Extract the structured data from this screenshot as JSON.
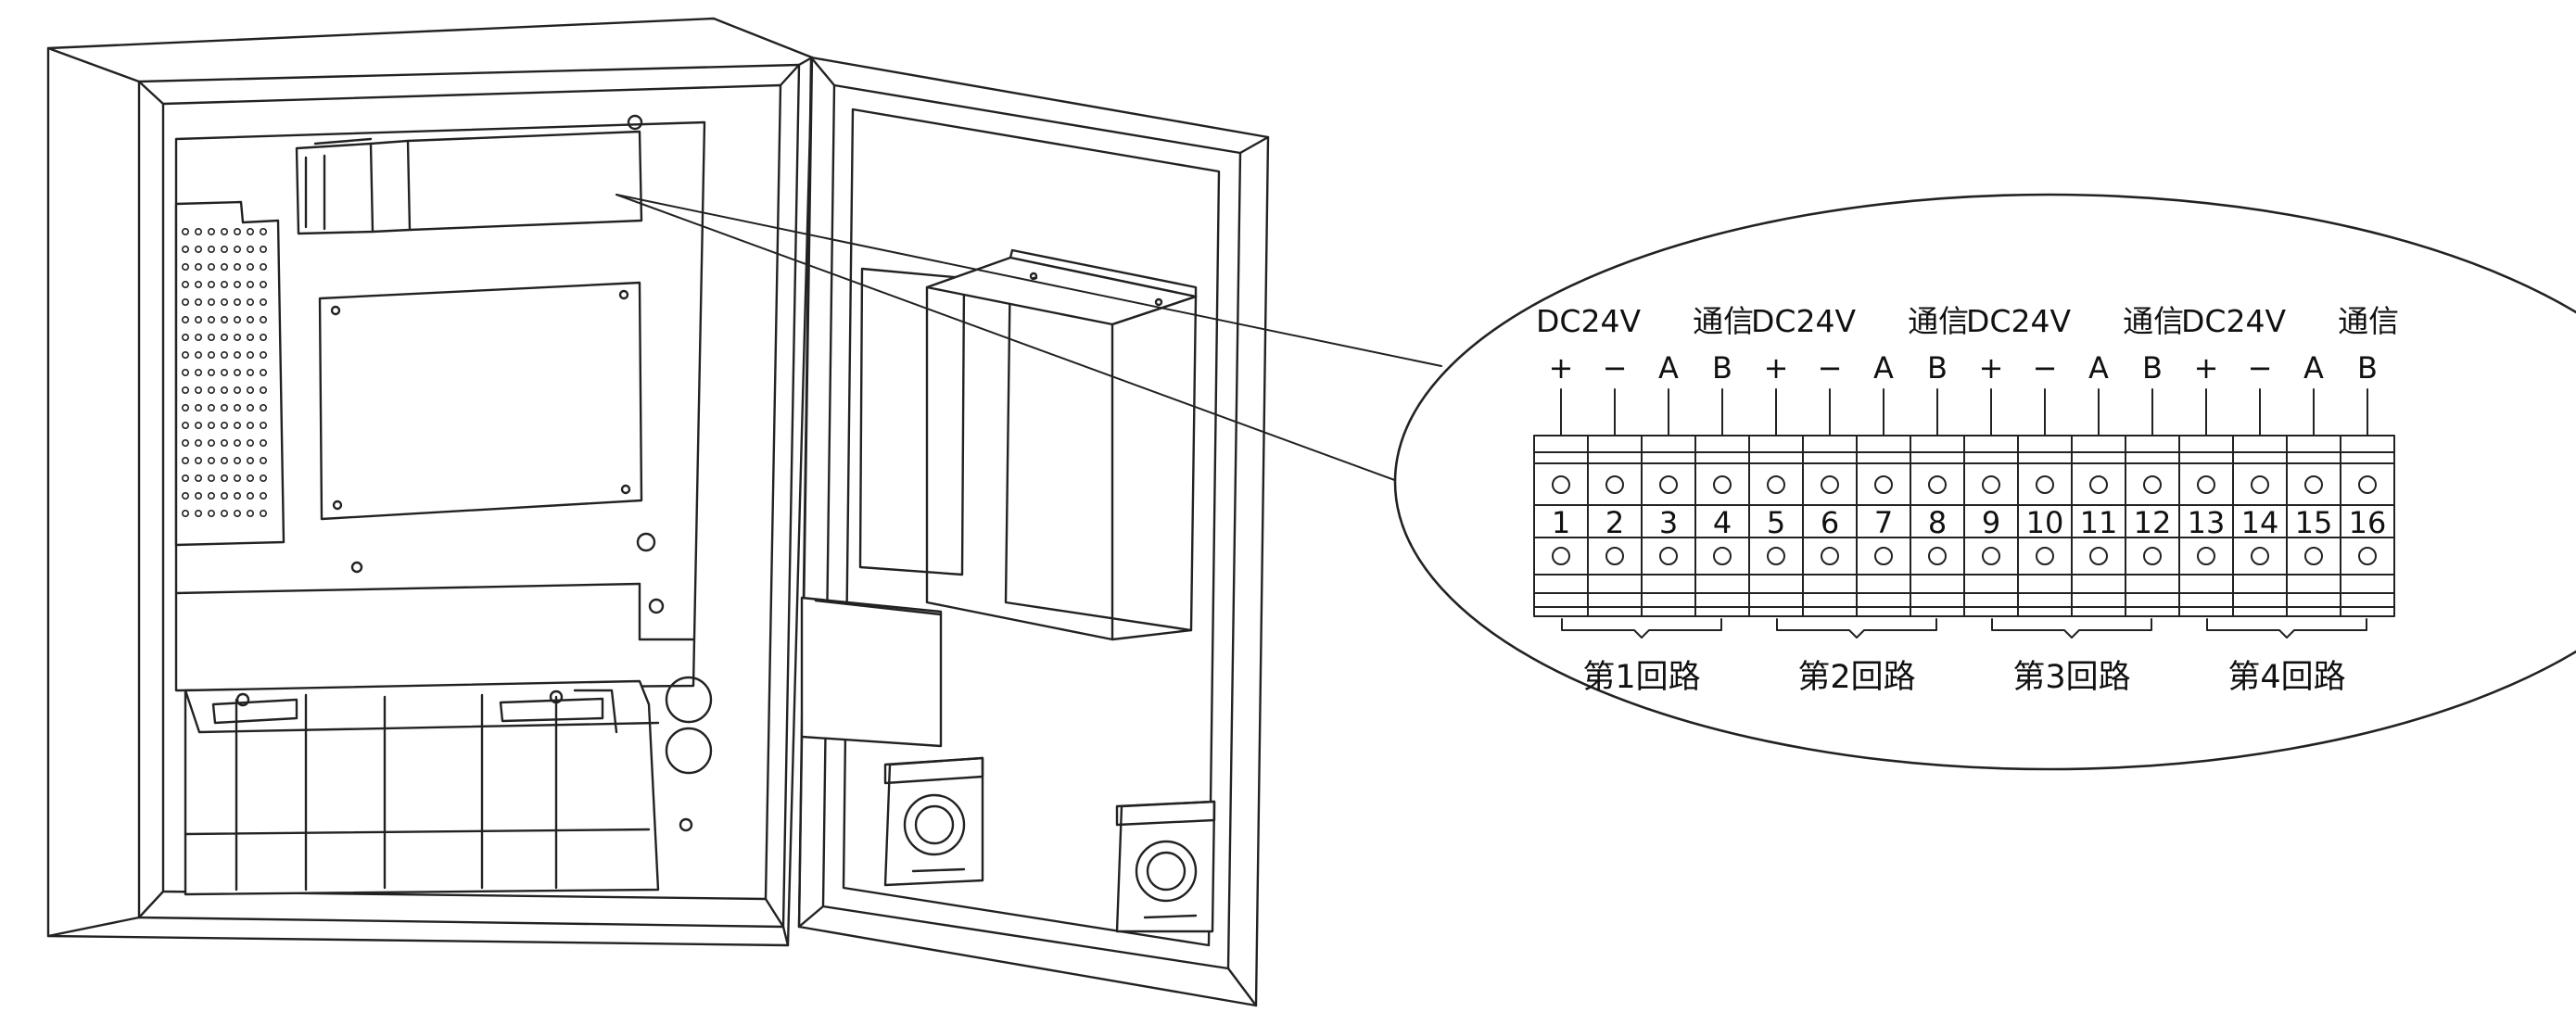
{
  "terminal_block": {
    "groups": [
      {
        "power_label": "DC24V",
        "comm_label": "通信",
        "polarity": [
          "+",
          "−",
          "A",
          "B"
        ],
        "numbers": [
          "1",
          "2",
          "3",
          "4"
        ],
        "loop_label": "第1回路"
      },
      {
        "power_label": "DC24V",
        "comm_label": "通信",
        "polarity": [
          "+",
          "−",
          "A",
          "B"
        ],
        "numbers": [
          "5",
          "6",
          "7",
          "8"
        ],
        "loop_label": "第2回路"
      },
      {
        "power_label": "DC24V",
        "comm_label": "通信",
        "polarity": [
          "+",
          "−",
          "A",
          "B"
        ],
        "numbers": [
          "9",
          "10",
          "11",
          "12"
        ],
        "loop_label": "第3回路"
      },
      {
        "power_label": "DC24V",
        "comm_label": "通信",
        "polarity": [
          "+",
          "−",
          "A",
          "B"
        ],
        "numbers": [
          "13",
          "14",
          "15",
          "16"
        ],
        "loop_label": "第4回路"
      }
    ]
  },
  "colors": {
    "line": "#222222",
    "background": "#ffffff"
  }
}
